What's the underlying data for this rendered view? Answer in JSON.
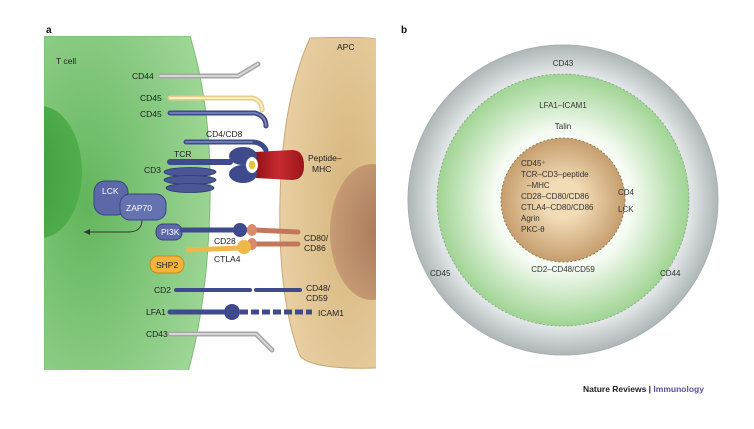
{
  "panel_a": {
    "letter": "a",
    "tcell_label": "T cell",
    "apc_label": "APC",
    "molecules": {
      "cd44": "CD44",
      "cd45_1": "CD45",
      "cd45_2": "CD45",
      "cd4cd8": "CD4/CD8",
      "tcr": "TCR",
      "peptide_mhc_line1": "Peptide–",
      "peptide_mhc_line2": "MHC",
      "cd3": "CD3",
      "lck": "LCK",
      "zap70": "ZAP70",
      "pi3k": "PI3K",
      "cd28": "CD28",
      "cd80_line1": "CD80/",
      "cd80_line2": "CD86",
      "shp2": "SHP2",
      "ctla4": "CTLA4",
      "cd2": "CD2",
      "cd48_line1": "CD48/",
      "cd48_line2": "CD59",
      "lfa1": "LFA1",
      "icam1": "ICAM1",
      "cd43": "CD43"
    }
  },
  "panel_b": {
    "letter": "b",
    "outer_ring": {
      "top": "CD43",
      "left": "CD45",
      "right": "CD44"
    },
    "middle_ring": {
      "top1": "LFA1–ICAM1",
      "top2": "Talin",
      "bottom": "CD2–CD48/CD59",
      "right1": "CD4",
      "right2": "LCK"
    },
    "center": [
      "CD45⁺",
      "TCR–CD3–peptide",
      "–MHC",
      "CD28–CD80/CD86",
      "CTLA4–CD80/CD86",
      "Agrin",
      "PKC-θ"
    ]
  },
  "credit": {
    "journal": "Nature Reviews",
    "separator": " | ",
    "section": "Immunology"
  },
  "colors": {
    "tcell": "#8fcf88",
    "apc": "#e0c493",
    "mhc": "#c0242a",
    "molecule": "#3f4a8c",
    "shp2": "#f3b33c"
  }
}
